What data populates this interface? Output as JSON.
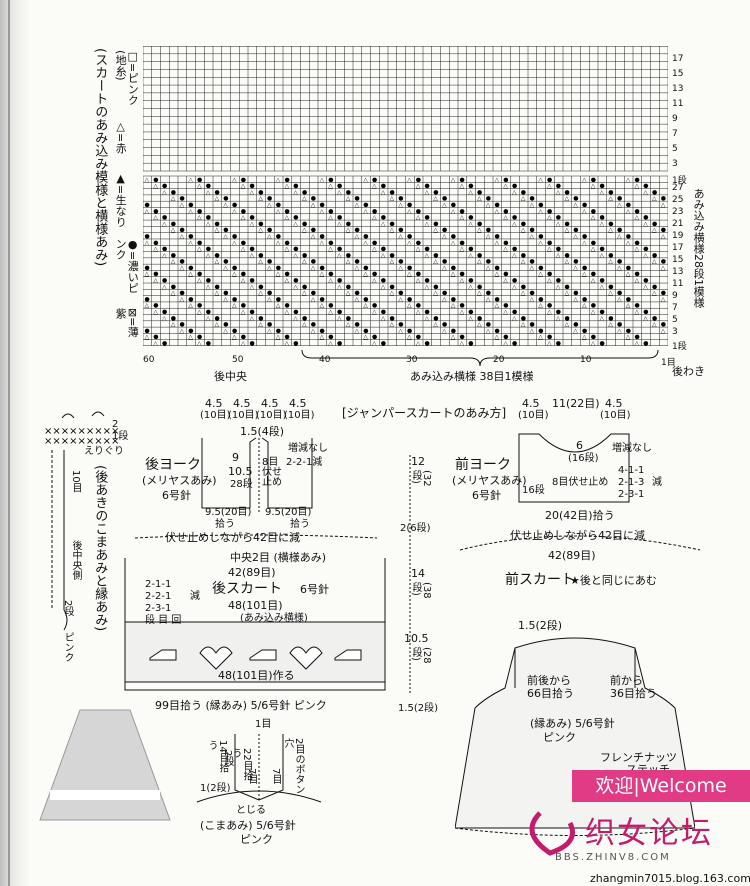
{
  "colors": {
    "ink": "#111111",
    "accent": "#e23b86",
    "logo": "#c51b6b"
  },
  "grid": {
    "row_numbers_upper": [
      "17",
      "15",
      "13",
      "11",
      "9",
      "7",
      "5",
      "3",
      "1段"
    ],
    "row_numbers_lower": [
      "27",
      "25",
      "23",
      "21",
      "19",
      "17",
      "15",
      "13",
      "11",
      "9",
      "7",
      "5",
      "3",
      "1段"
    ],
    "col_numbers": [
      "60",
      "50",
      "40",
      "30",
      "20",
      "10",
      "1目"
    ],
    "side_label": "あみ込み横様28段1模様",
    "bottom_center_label": "後中央",
    "bottom_repeat_label": "あみ込み横様 38目1模様",
    "bottom_right_label": "後わき"
  },
  "legend": {
    "title": "(スカートのあみ込み模様と横様あみ)",
    "items": [
      "□=ピンク(地糸)",
      "△=赤",
      "▲=生なり",
      "●=濃いピンク",
      "⊠=薄紫"
    ]
  },
  "edging": {
    "row2": "2",
    "row1": "1段",
    "label_eriguri": "えりぐり",
    "label_10me": "10目",
    "label_center": "後中央側",
    "label_2dan": "2段",
    "label_pink": "ピンク",
    "title": "(後あきのこまあみと縁あみ)"
  },
  "main_title": "[ジャンパースカートのあみ方]",
  "back_yoke": {
    "top_widths": [
      "4.5",
      "4.5",
      "4.5",
      "4.5"
    ],
    "top_counts": [
      "(10目)",
      "(10目)",
      "(10目)",
      "(10目)"
    ],
    "shoulder": "1.5(4段)",
    "title": "後ヨーク",
    "stitch": "(メリヤスあみ)",
    "needle": "6号針",
    "h1": "9",
    "h2": "10.5",
    "h3": "28段",
    "inc": "増減なし",
    "dec": "2-2-1減",
    "bind": "8目伏せ止め",
    "bottom1": "9.5(20目)",
    "bottom2": "拾う",
    "bottom3": "9.5(20目)",
    "bottom4": "拾う"
  },
  "back_skirt": {
    "top_text": "伏せ止めしながら42目に減",
    "center": "中央2目 (横様あみ)",
    "w42": "42(89目)",
    "dec1": "2-1-1",
    "dec2": "2-2-1",
    "dec3": "2-3-1",
    "dec_word": "減",
    "title": "後スカート",
    "needle": "6号針",
    "w48": "48(101目)",
    "row_label": "段 目 回",
    "pattern_label": "(あみ込み横様)",
    "w48b": "48(101目)作る",
    "bottom": "99目拾う (縁あみ) 5/6号針 ピンク"
  },
  "side_dims": {
    "d12": "12",
    "d12b": "(32段)",
    "d2": "2(6段)",
    "d14": "14",
    "d14b": "(38段)",
    "d105": "10.5",
    "d105b": "(28段)",
    "d15": "1.5(2段)"
  },
  "front_yoke": {
    "top1": "4.5",
    "top2": "11(22目)",
    "top3": "4.5",
    "top_counts": [
      "(10目)",
      "(10目)"
    ],
    "neck": "6",
    "neck2": "(16段)",
    "title": "前ヨーク",
    "stitch": "(メリヤスあみ)",
    "needle": "6号針",
    "inc": "増減なし",
    "dec1": "4-1-1",
    "dec2": "2-1-3",
    "dec3": "2-3-1",
    "dec_word": "減",
    "rows": "16段",
    "bind": "8目伏せ止め",
    "bottom": "20(42目)拾う"
  },
  "front_skirt": {
    "top_text": "伏せ止めしながら42目に減",
    "w42": "42(89目)",
    "title": "前スカート",
    "note": "★後と同じにあむ"
  },
  "placket": {
    "top": "1目",
    "h14": "14目拾う",
    "h2": "2段",
    "h22": "22目拾う",
    "btn": "2目のボタン穴",
    "left7": "7目",
    "right7": "7目",
    "left1": "1(2段)",
    "stop": "とじる",
    "stitch": "(こまあみ) 5/6号針",
    "color": "ピンク"
  },
  "dress": {
    "top": "1.5(2段)",
    "l1": "前後から",
    "l2": "66目拾う",
    "r1": "前から",
    "r2": "36目拾う",
    "edge": "(縁あみ) 5/6号針",
    "color": "ピンク",
    "french": "フレンチナッツ",
    "stitch": "ステッチ"
  },
  "logo": {
    "welcome": "欢迎|Welcome",
    "name": "织女论坛",
    "url": "BBS.ZHINV8.COM"
  },
  "footer": "zhangmin7015.blog.163.com"
}
